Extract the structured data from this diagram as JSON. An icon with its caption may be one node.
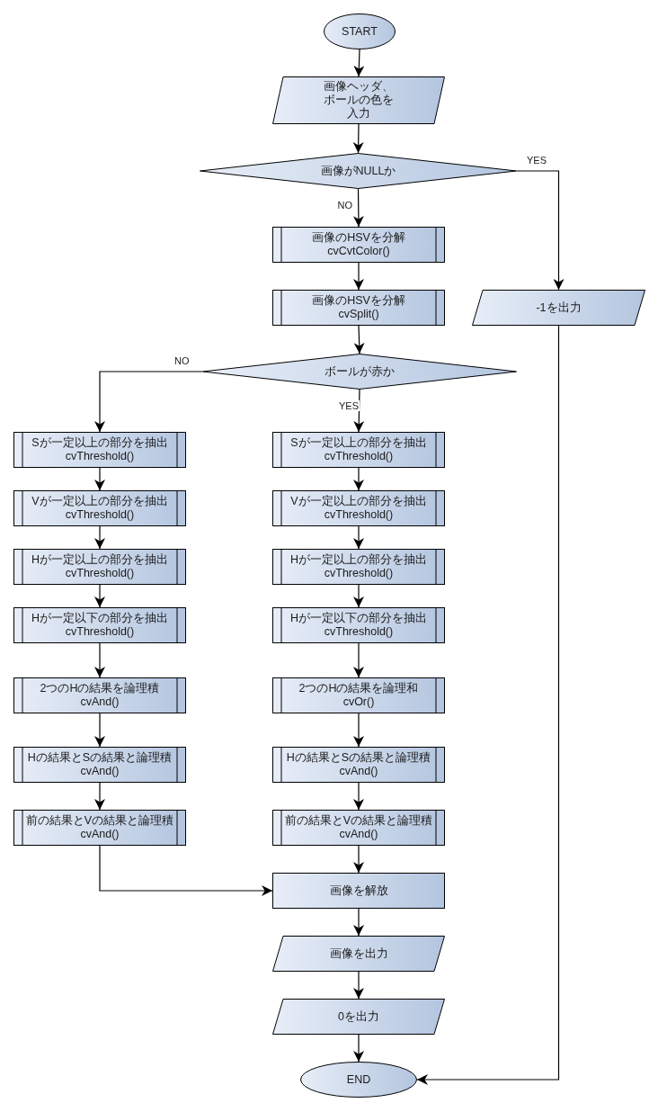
{
  "diagram": {
    "nodes": [
      {
        "text": [
          "START"
        ]
      },
      {
        "text": [
          "画像ヘッダ、ボールの色を入力"
        ]
      },
      {
        "text": [
          "画像がNULLか"
        ]
      },
      {
        "text": [
          "画像のHSVを分解",
          "cvCvtColor()"
        ]
      },
      {
        "text": [
          "画像のHSVを分解",
          "cvSplit()"
        ]
      },
      {
        "text": [
          "ボールが赤か"
        ]
      },
      {
        "text": [
          "-1を出力"
        ]
      },
      {
        "text": [
          "Sが一定以上の部分を抽出",
          "cvThreshold()"
        ]
      },
      {
        "text": [
          "Vが一定以上の部分を抽出",
          "cvThreshold()"
        ]
      },
      {
        "text": [
          "Hが一定以上の部分を抽出",
          "cvThreshold()"
        ]
      },
      {
        "text": [
          "Hが一定以下の部分を抽出",
          "cvThreshold()"
        ]
      },
      {
        "text": [
          "2つのHの結果を論理積",
          "cvAnd()"
        ]
      },
      {
        "text": [
          "Hの結果とSの結果と論理積",
          "cvAnd()"
        ]
      },
      {
        "text": [
          "前の結果とVの結果と論理積",
          "cvAnd()"
        ]
      },
      {
        "text": [
          "Sが一定以上の部分を抽出",
          "cvThreshold()"
        ]
      },
      {
        "text": [
          "Vが一定以上の部分を抽出",
          "cvThreshold()"
        ]
      },
      {
        "text": [
          "Hが一定以上の部分を抽出",
          "cvThreshold()"
        ]
      },
      {
        "text": [
          "Hが一定以下の部分を抽出",
          "cvThreshold()"
        ]
      },
      {
        "text": [
          "2つのHの結果を論理和",
          "cvOr()"
        ]
      },
      {
        "text": [
          "Hの結果とSの結果と論理積",
          "cvAnd()"
        ]
      },
      {
        "text": [
          "前の結果とVの結果と論理積",
          "cvAnd()"
        ]
      },
      {
        "text": [
          "画像を解放"
        ]
      },
      {
        "text": [
          "画像を出力"
        ]
      },
      {
        "text": [
          "0を出力"
        ]
      },
      {
        "text": [
          "END"
        ]
      }
    ],
    "edges": [
      {
        "from": 0,
        "to": 1,
        "arrow": "to"
      },
      {
        "from": 1,
        "to": 2,
        "arrow": "to"
      },
      {
        "from": 2,
        "to": 3,
        "arrow": "to",
        "label": "NO"
      },
      {
        "from": 2,
        "to": 6,
        "arrow": "to",
        "label": "YES"
      },
      {
        "from": 3,
        "to": 4,
        "arrow": "to"
      },
      {
        "from": 4,
        "to": 5,
        "arrow": "to"
      },
      {
        "from": 5,
        "to": 7,
        "arrow": "to",
        "label": "NO"
      },
      {
        "from": 5,
        "to": 14,
        "arrow": "to",
        "label": "YES"
      },
      {
        "from": 7,
        "to": 8,
        "arrow": "to"
      },
      {
        "from": 8,
        "to": 9,
        "arrow": "to"
      },
      {
        "from": 9,
        "to": 10,
        "arrow": "to"
      },
      {
        "from": 10,
        "to": 11,
        "arrow": "to"
      },
      {
        "from": 11,
        "to": 12,
        "arrow": "to"
      },
      {
        "from": 12,
        "to": 13,
        "arrow": "to"
      },
      {
        "from": 13,
        "to": 21,
        "arrow": "to"
      },
      {
        "from": 14,
        "to": 15,
        "arrow": "to"
      },
      {
        "from": 15,
        "to": 16,
        "arrow": "to"
      },
      {
        "from": 16,
        "to": 17,
        "arrow": "to"
      },
      {
        "from": 17,
        "to": 18,
        "arrow": "to"
      },
      {
        "from": 18,
        "to": 19,
        "arrow": "to"
      },
      {
        "from": 19,
        "to": 20,
        "arrow": "to"
      },
      {
        "from": 20,
        "to": 21,
        "arrow": "to"
      },
      {
        "from": 21,
        "to": 22,
        "arrow": "to"
      },
      {
        "from": 22,
        "to": 23,
        "arrow": "to"
      },
      {
        "from": 23,
        "to": 24,
        "arrow": "to"
      },
      {
        "from": 6,
        "to": 24,
        "arrow": "to"
      }
    ]
  }
}
